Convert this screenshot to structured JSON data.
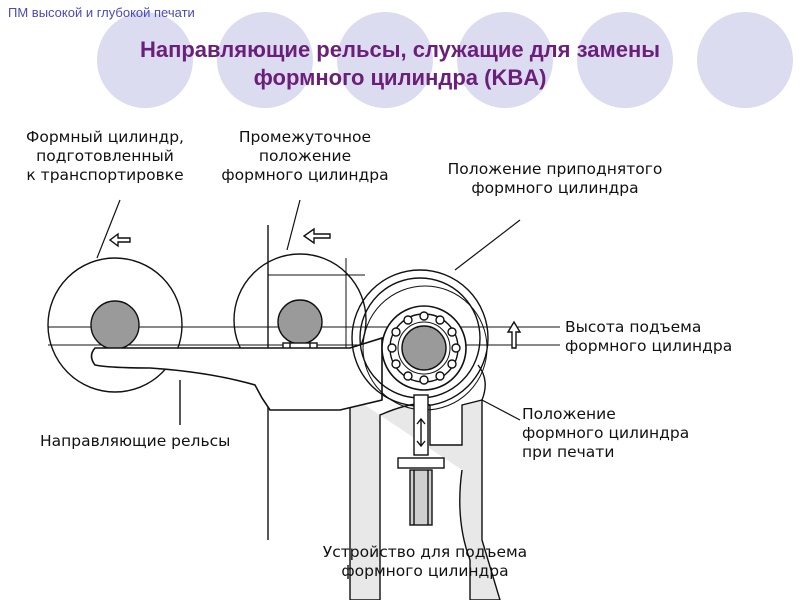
{
  "header": {
    "label": "ПМ высокой и глубокой печати"
  },
  "title": {
    "line1": "Направляющие рельсы, служащие для замены",
    "line2": "формного цилиндра (KBA)"
  },
  "colors": {
    "title": "#6b1f7a",
    "header": "#4a4ab8",
    "deco_circle": "#dcdcf0",
    "ink": "#111111",
    "cylinder_core": "#9a9a9a"
  },
  "diagram": {
    "labels": {
      "ready_cylinder": [
        "Формный цилиндр,",
        "подготовленный",
        "к транспортировке"
      ],
      "intermediate": [
        "Промежуточное",
        "положение",
        "формного цилиндра"
      ],
      "raised": [
        "Положение приподнятого",
        "формного цилиндра"
      ],
      "lift_height": [
        "Высота подъема",
        "формного цилиндра"
      ],
      "rails": [
        "Направляющие рельсы"
      ],
      "printing": [
        "Положение",
        "формного цилиндра",
        "при печати"
      ],
      "lift_device": [
        "Устройство для подъема",
        "формного цилиндра"
      ]
    }
  }
}
